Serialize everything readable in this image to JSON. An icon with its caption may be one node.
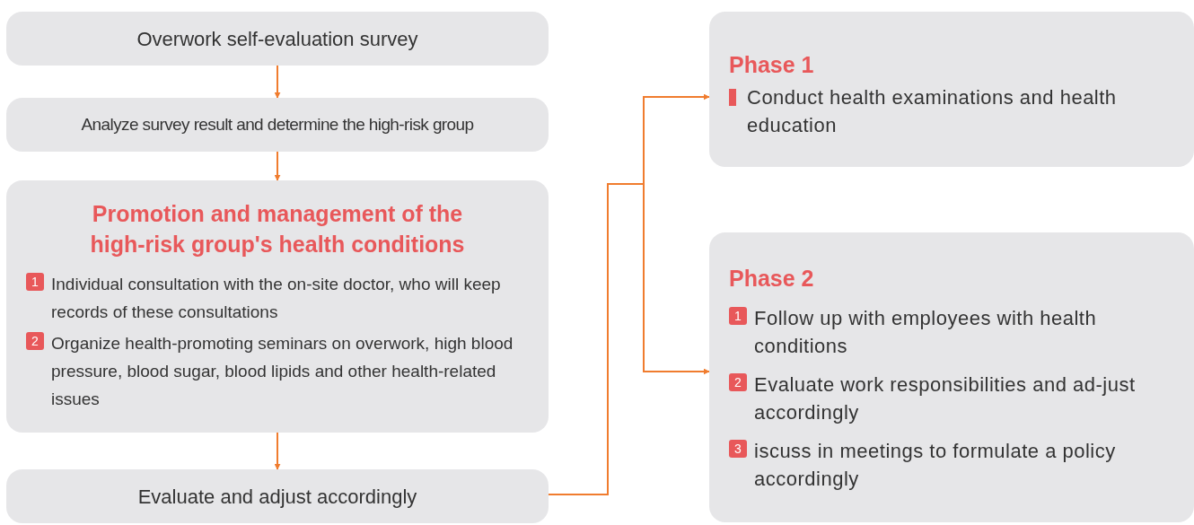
{
  "diagram": {
    "nodes": [
      {
        "text": [
          "Overwork self-evaluation survey"
        ]
      },
      {
        "text": [
          "Analyze survey result and determine the high-risk group"
        ]
      },
      {
        "text": [
          "Promotion and management of the high-risk group's health conditions",
          "1",
          "Individual consultation with the on-site doctor, who will keep records of these consultations",
          "2",
          "Organize health-promoting seminars on overwork, high blood pressure, blood sugar, blood lipids and other health-related issues"
        ]
      },
      {
        "text": [
          "Evaluate and adjust accordingly"
        ]
      },
      {
        "text": [
          "Phase 1",
          "Conduct health examinations and health education"
        ]
      },
      {
        "text": [
          "Phase 2",
          "1",
          "Follow up with employees with health conditions",
          "2",
          "Evaluate work responsibilities and ad-just accordingly",
          "3",
          "iscuss in meetings to formulate a policy accordingly"
        ]
      }
    ],
    "edges": [
      {
        "from": 0,
        "to": 1,
        "arrow": "to"
      },
      {
        "from": 1,
        "to": 2,
        "arrow": "to"
      },
      {
        "from": 2,
        "to": 3,
        "arrow": "to"
      },
      {
        "from": 3,
        "to": 4,
        "arrow": "to"
      },
      {
        "from": 3,
        "to": 5,
        "arrow": "to"
      }
    ]
  }
}
